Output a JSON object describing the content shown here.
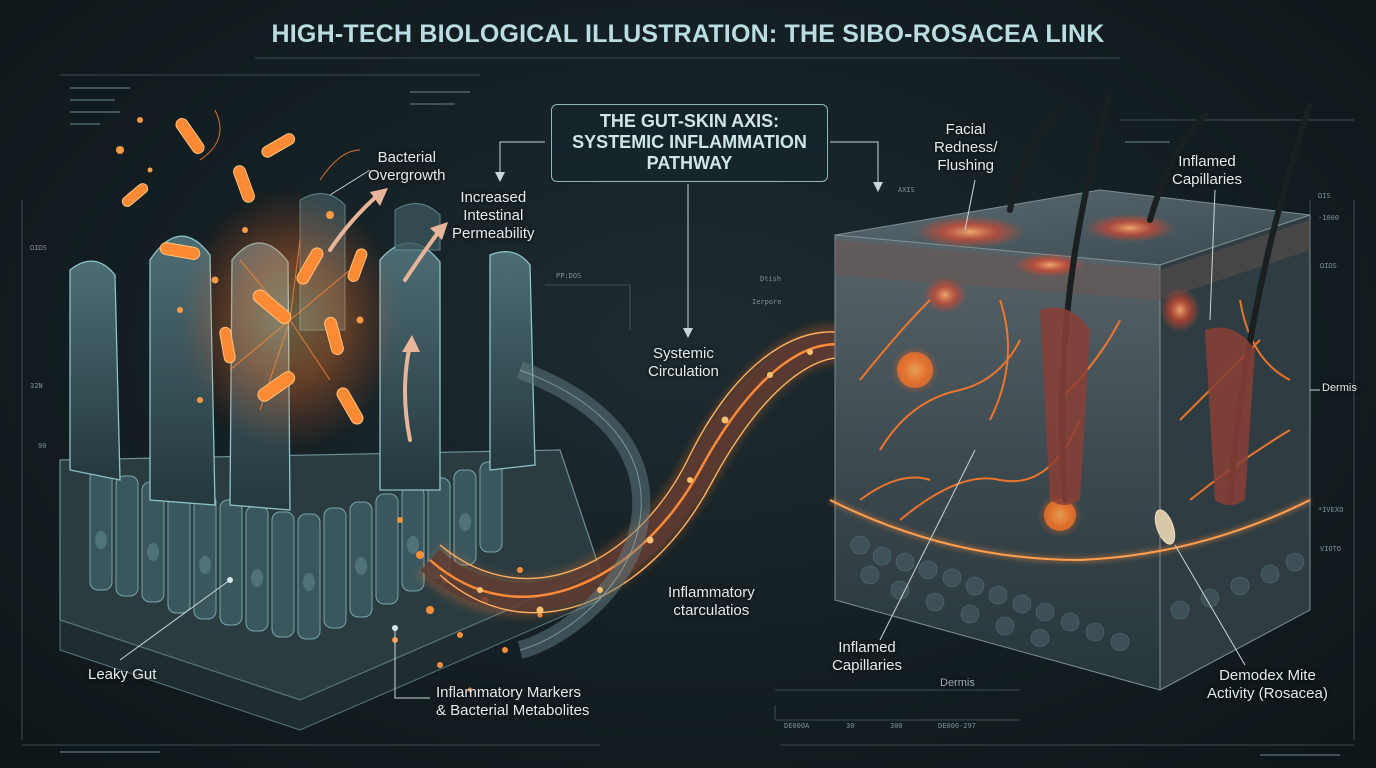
{
  "title": "HIGH-TECH BIOLOGICAL ILLUSTRATION: THE SIBO-ROSACEA LINK",
  "center_box": {
    "line1": "THE GUT-SKIN AXIS:",
    "line2": "SYSTEMIC INFLAMMATION",
    "line3": "PATHWAY"
  },
  "labels": {
    "bacterial_overgrowth": [
      "Bacterial",
      "Overgrowth"
    ],
    "increased_permeability": [
      "Increased",
      "Intestinal",
      "Permeability"
    ],
    "systemic_circulation": [
      "Systemic",
      "Circulation"
    ],
    "inflammatory_circulation": [
      "Inflammatory",
      "ctarculatios"
    ],
    "leaky_gut": "Leaky Gut",
    "markers": [
      "Inflammatory Markers",
      "& Bacterial Metabolites"
    ],
    "facial_redness": [
      "Facial",
      "Redness/",
      "Flushing"
    ],
    "inflamed_capillaries_top": [
      "Inflamed",
      "Capillaries"
    ],
    "inflamed_capillaries_bottom": [
      "Inflamed",
      "Capillaries"
    ],
    "dermis_right": "Dermis",
    "dermis_bottom": "Dermis",
    "demodex": [
      "Demodex Mite",
      "Activity (Rosacea)"
    ]
  },
  "tiny_labels": {
    "t1": "AXIS",
    "t2": "Dtish",
    "t3": "Ierpore",
    "t4": "PP:DOS",
    "t5": "ΩIΩS",
    "t6": "32N",
    "t7": "90",
    "t8": "ΩIΩS",
    "t9": "·1000",
    "t10": "*IVEXO",
    "t11": "VIOTO",
    "t12": "30",
    "t13": "300",
    "t14": "DE000-297",
    "t15": "DE000A",
    "t16": "ΩIS"
  },
  "colors": {
    "glow": "#ff7a2a",
    "glow_bright": "#ffb060",
    "tissue": "#5e7f86",
    "accent_text": "#b9dde0"
  }
}
